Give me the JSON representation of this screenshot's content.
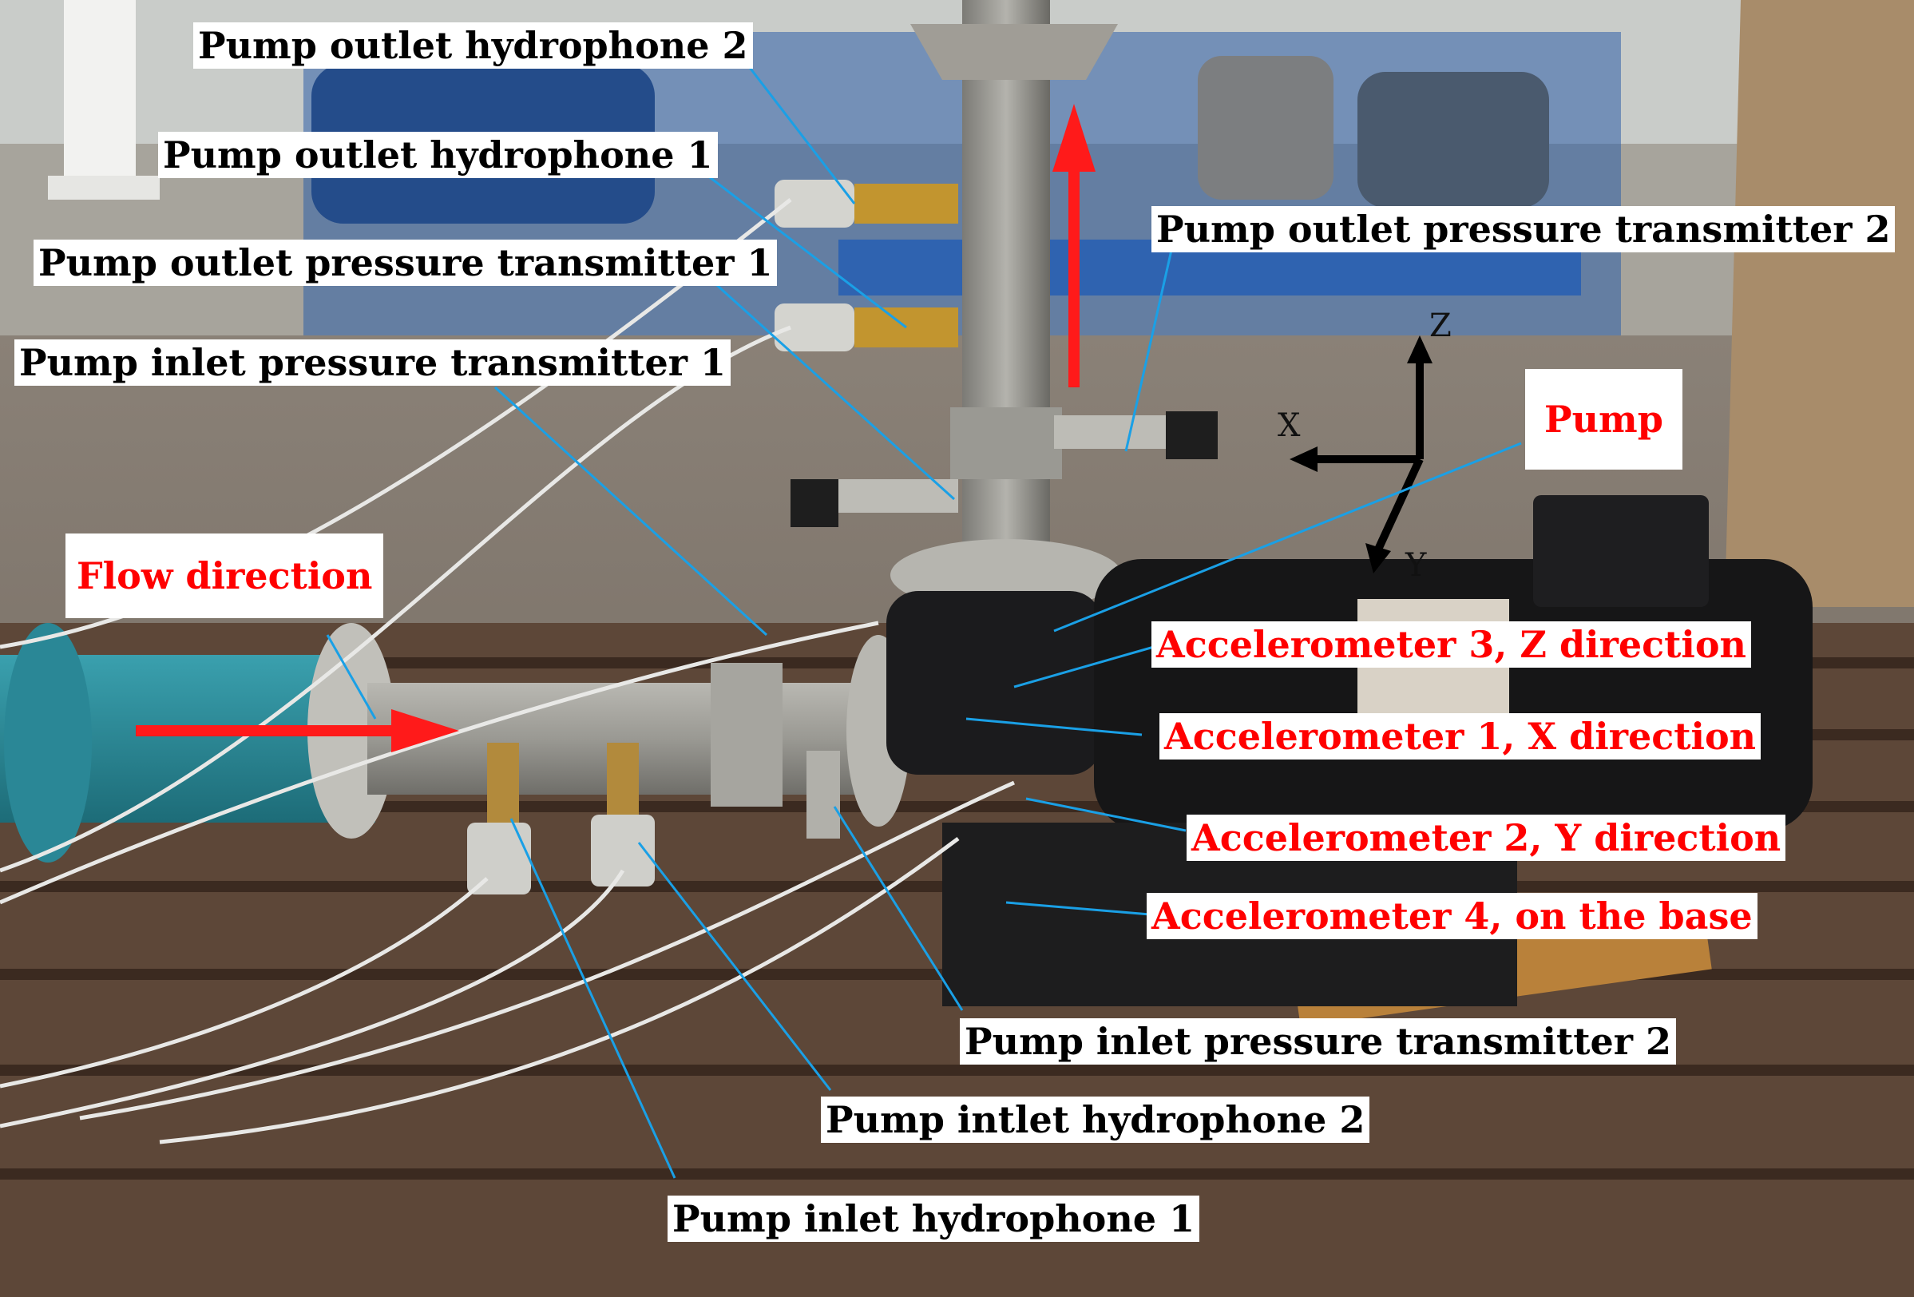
{
  "colors": {
    "label_black": "#000000",
    "label_red": "#ff0000",
    "leader_line": "#1aa0e6",
    "flow_arrow": "#ff1a1a",
    "pipe_blue": "#2a8fa0",
    "steel": "#9c9c96",
    "rust": "#5a3a28"
  },
  "labels": {
    "outlet_hydrophone_2": "Pump outlet hydrophone 2",
    "outlet_hydrophone_1": "Pump outlet hydrophone 1",
    "outlet_pressure_1": "Pump outlet pressure transmitter 1",
    "outlet_pressure_2": "Pump outlet pressure transmitter 2",
    "inlet_pressure_1": "Pump inlet pressure transmitter 1",
    "flow_direction": "Flow direction",
    "pump": "Pump",
    "accel_3": "Accelerometer 3, Z direction",
    "accel_1": "Accelerometer 1, X direction",
    "accel_2": "Accelerometer 2, Y direction",
    "accel_4": "Accelerometer 4, on the base",
    "inlet_pressure_2": "Pump inlet pressure transmitter 2",
    "inlet_hydrophone_2": "Pump intlet hydrophone 2",
    "inlet_hydrophone_1": "Pump inlet hydrophone 1"
  },
  "axes": {
    "x": "X",
    "y": "Y",
    "z": "Z"
  }
}
